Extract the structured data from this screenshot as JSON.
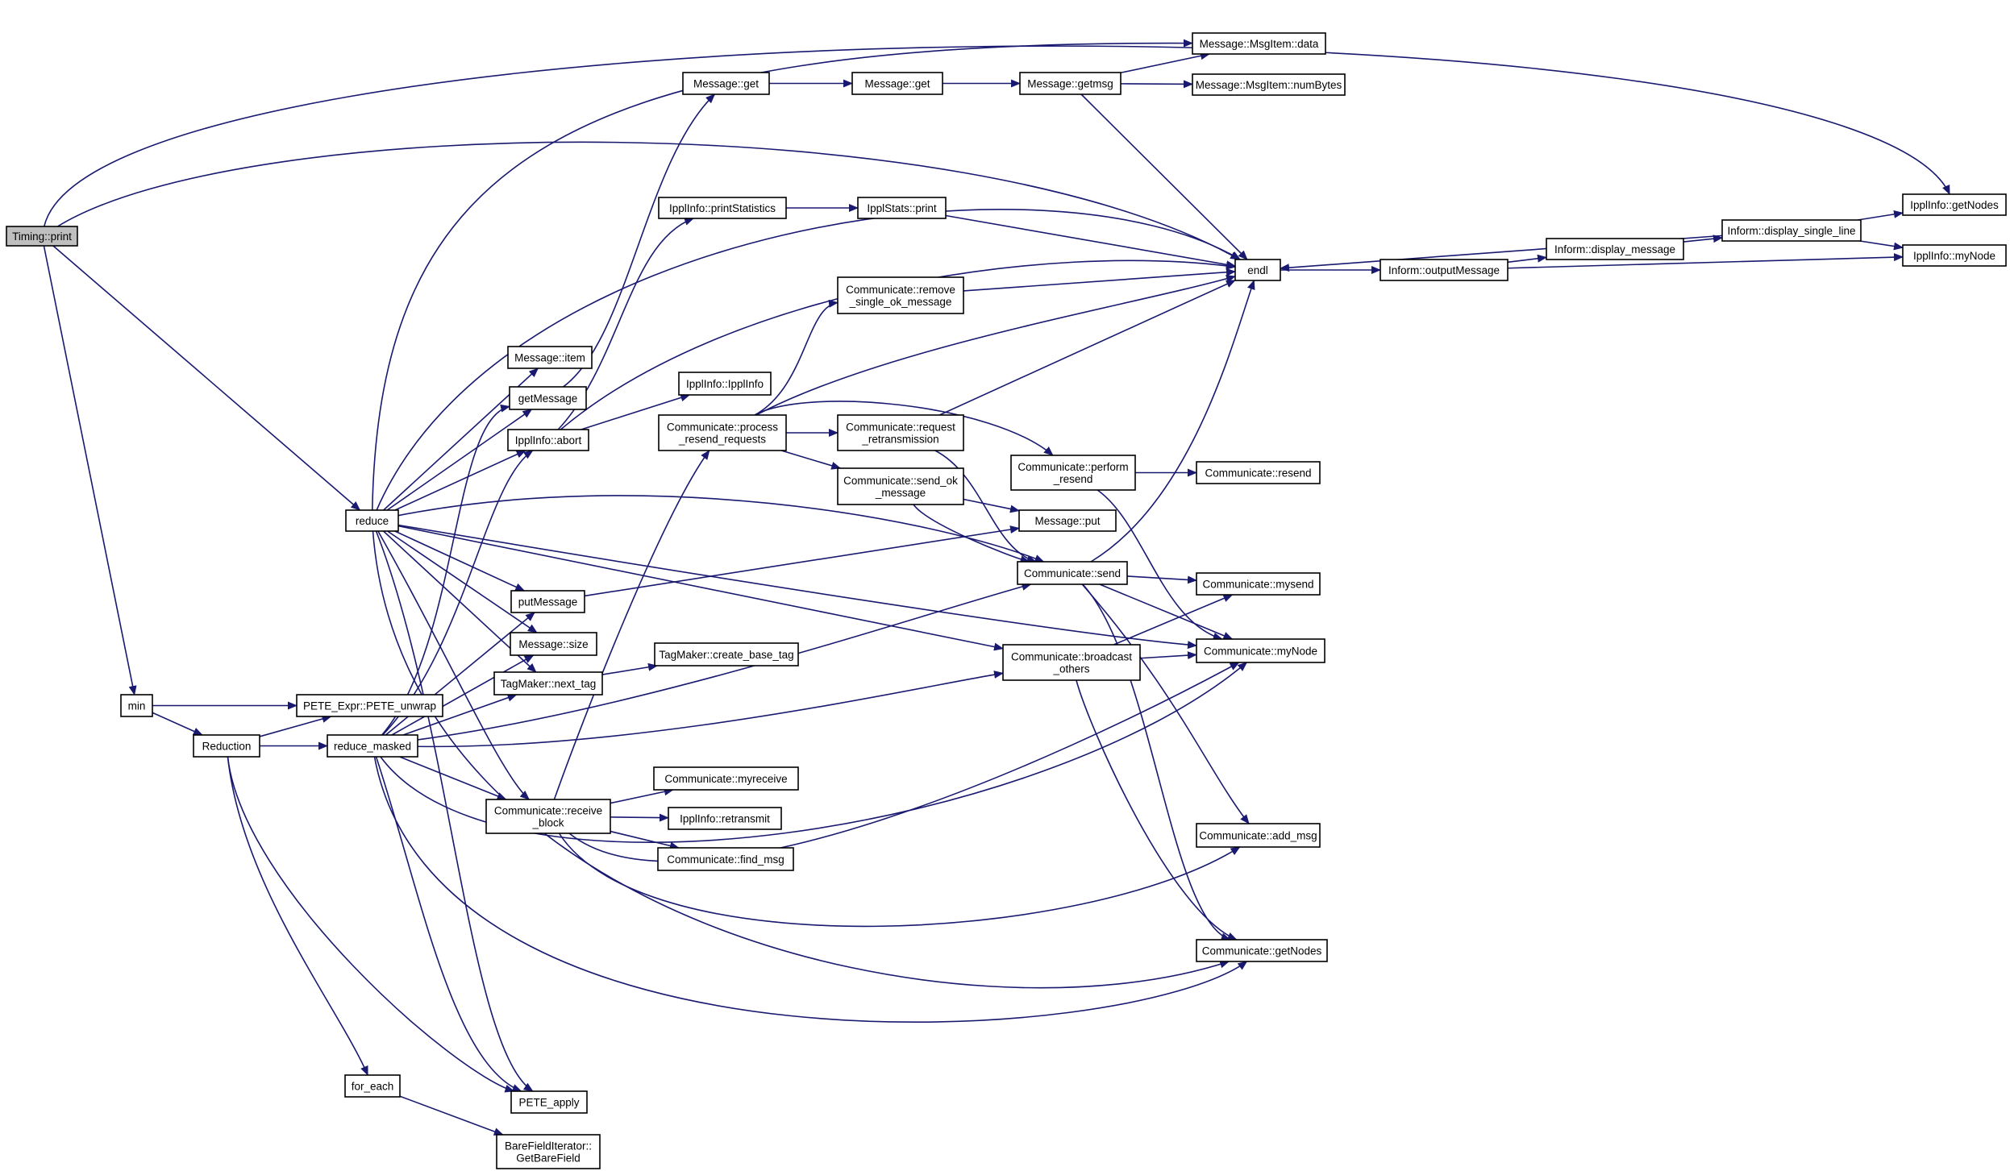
{
  "colors": {
    "edge": "#191970",
    "node_fill": "#ffffff",
    "root_fill": "#bfbfbf",
    "border": "#000000"
  },
  "nodes": [
    {
      "id": "timing_print",
      "lines": [
        "Timing::print"
      ],
      "root": true
    },
    {
      "id": "message_get1",
      "lines": [
        "Message::get"
      ]
    },
    {
      "id": "message_get2",
      "lines": [
        "Message::get"
      ]
    },
    {
      "id": "message_getmsg",
      "lines": [
        "Message::getmsg"
      ]
    },
    {
      "id": "msgitem_data",
      "lines": [
        "Message::MsgItem::data"
      ]
    },
    {
      "id": "msgitem_numbytes",
      "lines": [
        "Message::MsgItem::numBytes"
      ]
    },
    {
      "id": "ipplinfo_getnodes",
      "lines": [
        "IpplInfo::getNodes"
      ]
    },
    {
      "id": "ipplinfo_printstatistics",
      "lines": [
        "IpplInfo::printStatistics"
      ]
    },
    {
      "id": "ipplstats_print",
      "lines": [
        "IpplStats::print"
      ]
    },
    {
      "id": "endl",
      "lines": [
        "endl"
      ]
    },
    {
      "id": "inform_outputmessage",
      "lines": [
        "Inform::outputMessage"
      ]
    },
    {
      "id": "inform_display_message",
      "lines": [
        "Inform::display_message"
      ]
    },
    {
      "id": "inform_display_single_line",
      "lines": [
        "Inform::display_single_line"
      ]
    },
    {
      "id": "ipplinfo_mynode",
      "lines": [
        "IpplInfo::myNode"
      ]
    },
    {
      "id": "comm_remove_single_ok",
      "lines": [
        "Communicate::remove",
        "_single_ok_message"
      ]
    },
    {
      "id": "message_item",
      "lines": [
        "Message::item"
      ]
    },
    {
      "id": "getmessage",
      "lines": [
        "getMessage"
      ]
    },
    {
      "id": "ipplinfo_ipplinfo",
      "lines": [
        "IpplInfo::IpplInfo"
      ]
    },
    {
      "id": "ipplinfo_abort",
      "lines": [
        "IpplInfo::abort"
      ]
    },
    {
      "id": "comm_process_resend",
      "lines": [
        "Communicate::process",
        "_resend_requests"
      ]
    },
    {
      "id": "comm_request_retrans",
      "lines": [
        "Communicate::request",
        "_retransmission"
      ]
    },
    {
      "id": "comm_perform_resend",
      "lines": [
        "Communicate::perform",
        "_resend"
      ]
    },
    {
      "id": "comm_resend",
      "lines": [
        "Communicate::resend"
      ]
    },
    {
      "id": "comm_send_ok",
      "lines": [
        "Communicate::send_ok",
        "_message"
      ]
    },
    {
      "id": "message_put",
      "lines": [
        "Message::put"
      ]
    },
    {
      "id": "reduce",
      "lines": [
        "reduce"
      ]
    },
    {
      "id": "comm_send",
      "lines": [
        "Communicate::send"
      ]
    },
    {
      "id": "comm_mysend",
      "lines": [
        "Communicate::mysend"
      ]
    },
    {
      "id": "putmessage",
      "lines": [
        "putMessage"
      ]
    },
    {
      "id": "message_size",
      "lines": [
        "Message::size"
      ]
    },
    {
      "id": "tagmaker_create",
      "lines": [
        "TagMaker::create_base_tag"
      ]
    },
    {
      "id": "comm_broadcast",
      "lines": [
        "Communicate::broadcast",
        "_others"
      ]
    },
    {
      "id": "comm_mynode",
      "lines": [
        "Communicate::myNode"
      ]
    },
    {
      "id": "tagmaker_next",
      "lines": [
        "TagMaker::next_tag"
      ]
    },
    {
      "id": "min",
      "lines": [
        "min"
      ]
    },
    {
      "id": "pete_unwrap",
      "lines": [
        "PETE_Expr::PETE_unwrap"
      ]
    },
    {
      "id": "reduction",
      "lines": [
        "Reduction"
      ]
    },
    {
      "id": "reduce_masked",
      "lines": [
        "reduce_masked"
      ]
    },
    {
      "id": "comm_myreceive",
      "lines": [
        "Communicate::myreceive"
      ]
    },
    {
      "id": "comm_receive_block",
      "lines": [
        "Communicate::receive",
        "_block"
      ]
    },
    {
      "id": "ipplinfo_retransmit",
      "lines": [
        "IpplInfo::retransmit"
      ]
    },
    {
      "id": "comm_find_msg",
      "lines": [
        "Communicate::find_msg"
      ]
    },
    {
      "id": "comm_add_msg",
      "lines": [
        "Communicate::add_msg"
      ]
    },
    {
      "id": "comm_getnodes",
      "lines": [
        "Communicate::getNodes"
      ]
    },
    {
      "id": "for_each",
      "lines": [
        "for_each"
      ]
    },
    {
      "id": "pete_apply",
      "lines": [
        "PETE_apply"
      ]
    },
    {
      "id": "barefield_getbarefield",
      "lines": [
        "BareFieldIterator::",
        "GetBareField"
      ]
    }
  ],
  "edges": [
    [
      "timing_print",
      "ipplinfo_getnodes"
    ],
    [
      "timing_print",
      "endl"
    ],
    [
      "timing_print",
      "reduce"
    ],
    [
      "timing_print",
      "min"
    ],
    [
      "message_get1",
      "message_get2"
    ],
    [
      "message_get2",
      "message_getmsg"
    ],
    [
      "message_getmsg",
      "msgitem_data"
    ],
    [
      "message_getmsg",
      "msgitem_numbytes"
    ],
    [
      "message_getmsg",
      "endl"
    ],
    [
      "ipplinfo_printstatistics",
      "ipplstats_print"
    ],
    [
      "ipplstats_print",
      "endl"
    ],
    [
      "endl",
      "inform_outputmessage"
    ],
    [
      "inform_outputmessage",
      "inform_display_message"
    ],
    [
      "inform_outputmessage",
      "ipplinfo_mynode"
    ],
    [
      "inform_display_message",
      "inform_display_single_line"
    ],
    [
      "inform_display_single_line",
      "endl"
    ],
    [
      "inform_display_single_line",
      "ipplinfo_getnodes"
    ],
    [
      "inform_display_single_line",
      "ipplinfo_mynode"
    ],
    [
      "comm_remove_single_ok",
      "endl"
    ],
    [
      "getmessage",
      "message_get1"
    ],
    [
      "ipplinfo_abort",
      "ipplinfo_printstatistics"
    ],
    [
      "ipplinfo_abort",
      "ipplinfo_ipplinfo"
    ],
    [
      "ipplinfo_abort",
      "endl"
    ],
    [
      "comm_process_resend",
      "comm_remove_single_ok"
    ],
    [
      "comm_process_resend",
      "endl"
    ],
    [
      "comm_process_resend",
      "comm_request_retrans"
    ],
    [
      "comm_process_resend",
      "comm_perform_resend"
    ],
    [
      "comm_process_resend",
      "comm_send_ok"
    ],
    [
      "comm_request_retrans",
      "endl"
    ],
    [
      "comm_request_retrans",
      "comm_send"
    ],
    [
      "comm_perform_resend",
      "comm_resend"
    ],
    [
      "comm_perform_resend",
      "comm_mynode"
    ],
    [
      "comm_send_ok",
      "message_put"
    ],
    [
      "comm_send_ok",
      "comm_send"
    ],
    [
      "reduce",
      "msgitem_data"
    ],
    [
      "reduce",
      "endl"
    ],
    [
      "reduce",
      "message_item"
    ],
    [
      "reduce",
      "getmessage"
    ],
    [
      "reduce",
      "ipplinfo_abort"
    ],
    [
      "reduce",
      "comm_send"
    ],
    [
      "reduce",
      "putmessage"
    ],
    [
      "reduce",
      "message_size"
    ],
    [
      "reduce",
      "tagmaker_next"
    ],
    [
      "reduce",
      "comm_broadcast"
    ],
    [
      "reduce",
      "comm_mynode"
    ],
    [
      "reduce",
      "comm_receive_block"
    ],
    [
      "reduce",
      "comm_getnodes"
    ],
    [
      "reduce",
      "pete_apply"
    ],
    [
      "comm_send",
      "endl"
    ],
    [
      "comm_send",
      "comm_mysend"
    ],
    [
      "comm_send",
      "comm_mynode"
    ],
    [
      "comm_send",
      "comm_add_msg"
    ],
    [
      "comm_send",
      "comm_getnodes"
    ],
    [
      "putmessage",
      "message_put"
    ],
    [
      "tagmaker_next",
      "tagmaker_create"
    ],
    [
      "comm_broadcast",
      "comm_mysend"
    ],
    [
      "comm_broadcast",
      "comm_mynode"
    ],
    [
      "comm_broadcast",
      "comm_getnodes"
    ],
    [
      "min",
      "pete_unwrap"
    ],
    [
      "min",
      "reduction"
    ],
    [
      "reduction",
      "pete_unwrap"
    ],
    [
      "reduction",
      "reduce_masked"
    ],
    [
      "reduction",
      "for_each"
    ],
    [
      "reduction",
      "pete_apply"
    ],
    [
      "reduce_masked",
      "getmessage"
    ],
    [
      "reduce_masked",
      "ipplinfo_abort"
    ],
    [
      "reduce_masked",
      "comm_send"
    ],
    [
      "reduce_masked",
      "putmessage"
    ],
    [
      "reduce_masked",
      "message_size"
    ],
    [
      "reduce_masked",
      "tagmaker_next"
    ],
    [
      "reduce_masked",
      "comm_broadcast"
    ],
    [
      "reduce_masked",
      "comm_mynode"
    ],
    [
      "reduce_masked",
      "comm_receive_block"
    ],
    [
      "reduce_masked",
      "comm_getnodes"
    ],
    [
      "reduce_masked",
      "pete_apply"
    ],
    [
      "comm_receive_block",
      "comm_process_resend"
    ],
    [
      "comm_receive_block",
      "comm_myreceive"
    ],
    [
      "comm_receive_block",
      "ipplinfo_retransmit"
    ],
    [
      "comm_receive_block",
      "comm_find_msg"
    ],
    [
      "comm_receive_block",
      "comm_mynode"
    ],
    [
      "comm_receive_block",
      "comm_add_msg"
    ],
    [
      "for_each",
      "barefield_getbarefield"
    ]
  ]
}
